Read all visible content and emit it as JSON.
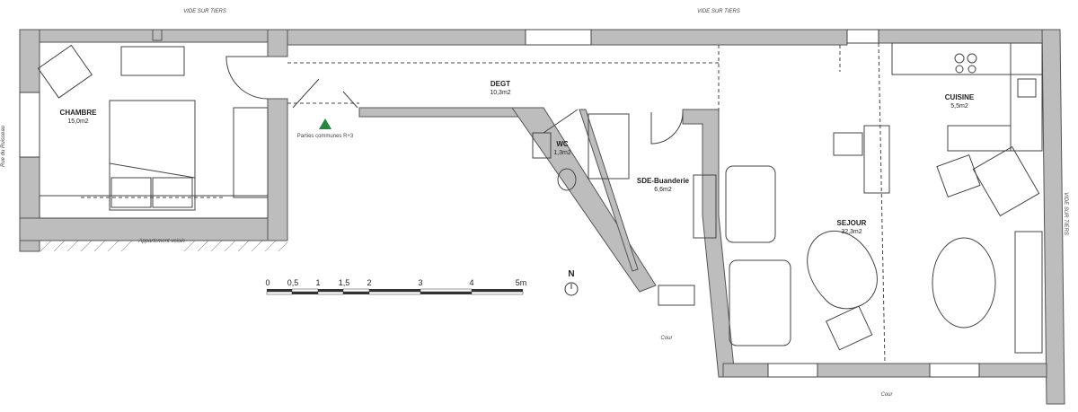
{
  "labels": {
    "vide_top_left": "VIDE SUR TIERS",
    "vide_top_right": "VIDE SUR TIERS",
    "vide_right": "VIDE SUR TIERS",
    "street_left": "Rue du Ruisseau",
    "neighbor": "Appartement voisin",
    "common": "Parties communes R+3",
    "cour_1": "Cour",
    "cour_2": "Cour",
    "north": "N"
  },
  "rooms": [
    {
      "name": "CHAMBRE",
      "area": "15,0m2"
    },
    {
      "name": "DEGT",
      "area": "10,3m2"
    },
    {
      "name": "WC",
      "area": "1,3m2"
    },
    {
      "name": "SDE-Buanderie",
      "area": "6,6m2"
    },
    {
      "name": "SEJOUR",
      "area": "32,3m2"
    },
    {
      "name": "CUISINE",
      "area": "5,5m2"
    }
  ],
  "scale": {
    "ticks": [
      "0",
      "0,5",
      "1",
      "1,5",
      "2",
      "3",
      "4",
      "5m"
    ]
  },
  "colors": {
    "wall": "#bdbdbd",
    "entrance_marker": "#1e8a3c"
  }
}
